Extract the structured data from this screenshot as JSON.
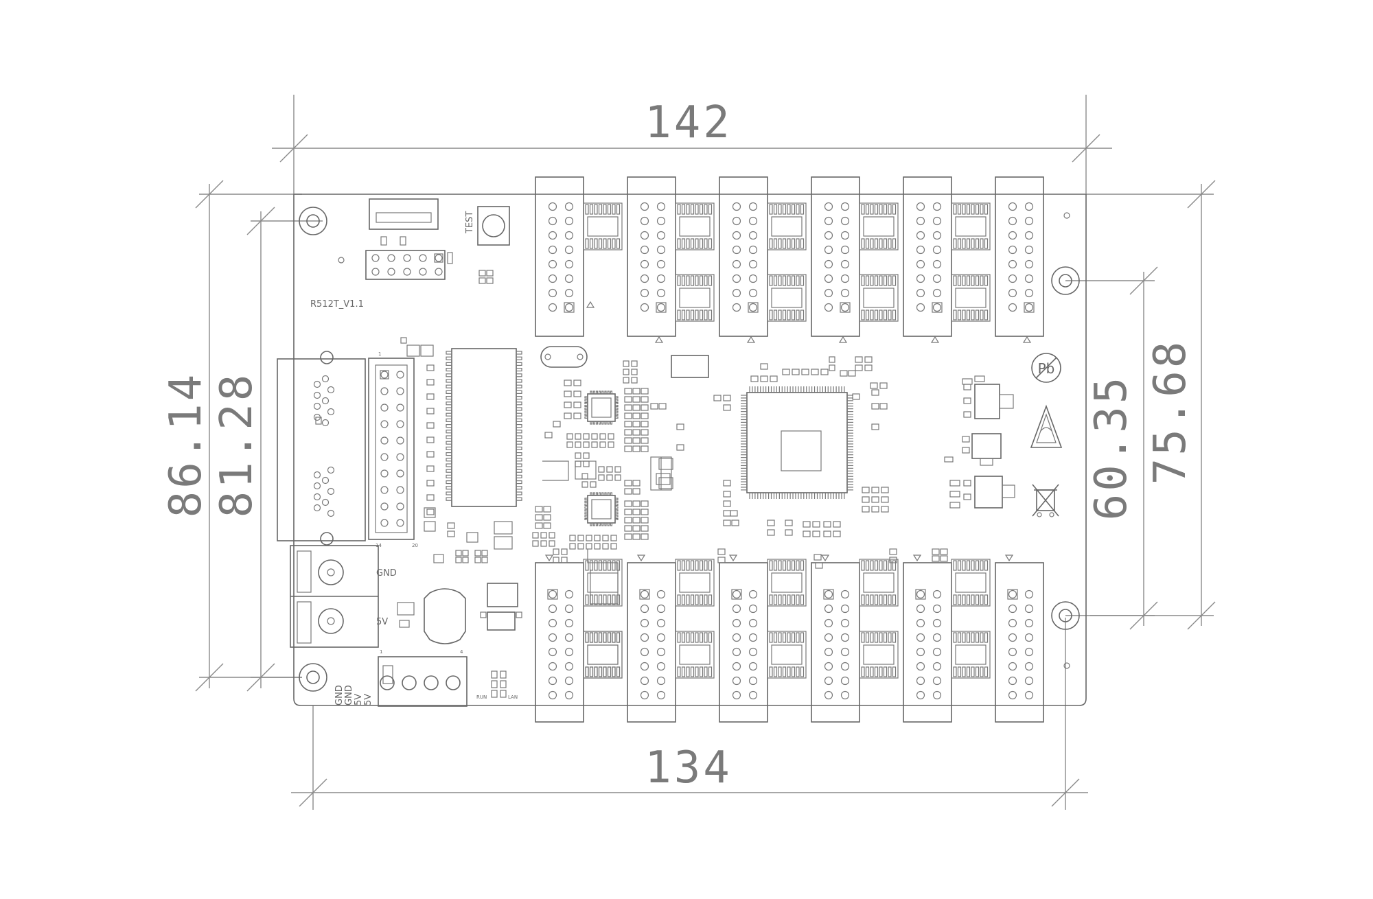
{
  "dimensions": {
    "top_width": "142",
    "bottom_width": "134",
    "left_outer_height": "86.14",
    "left_inner_height": "81.28",
    "right_inner_height": "60.35",
    "right_outer_height": "75.68"
  },
  "labels": {
    "board_name": "R512T_V1.1",
    "test_button": "TEST",
    "gnd_terminal": "GND",
    "v5_terminal": "5V",
    "pb_mark": "Pb",
    "power_pins": [
      "GND",
      "GND",
      "5V",
      "5V"
    ],
    "pin1": "1",
    "pin14": "14",
    "pin20": "20",
    "pin4": "4",
    "run_led": "RUN",
    "lan_led": "LAN"
  }
}
